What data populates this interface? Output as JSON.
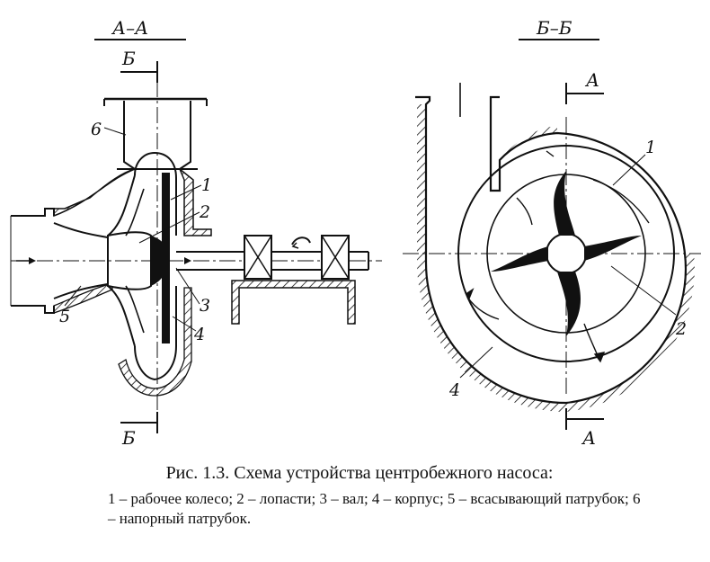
{
  "views": {
    "left": {
      "title": "А–А",
      "cut_top": "Б",
      "cut_bottom": "Б"
    },
    "right": {
      "title": "Б–Б",
      "cut_top": "А",
      "cut_bottom": "А"
    }
  },
  "callouts": {
    "left": [
      "6",
      "1",
      "2",
      "3",
      "4",
      "5"
    ],
    "right": [
      "1",
      "2",
      "4"
    ]
  },
  "caption": {
    "title": "Рис. 1.3. Схема устройства центробежного насоса:",
    "legend": "1 – рабочее колесо; 2 – лопасти; 3 – вал; 4 – корпус; 5 – всасывающий патрубок; 6 – напорный патрубок."
  },
  "colors": {
    "ink": "#111111",
    "paper": "#ffffff"
  }
}
